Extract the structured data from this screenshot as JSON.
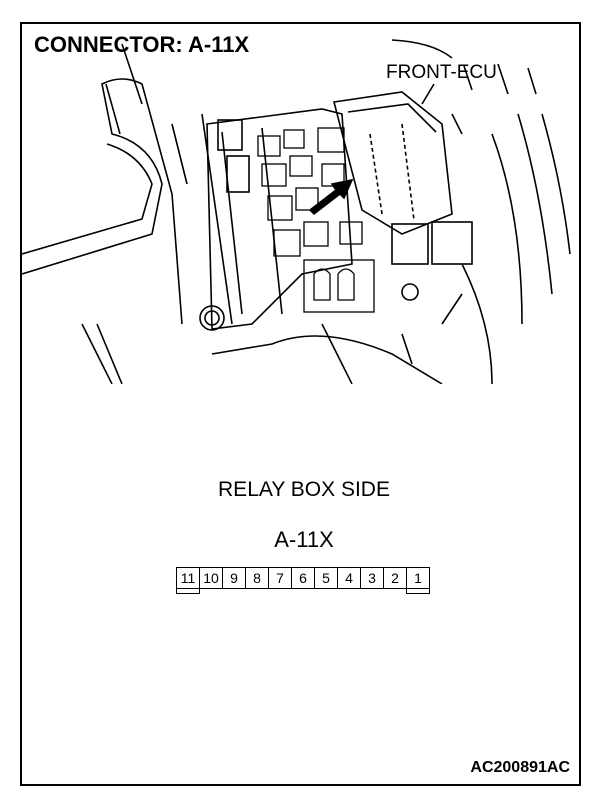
{
  "title": "CONNECTOR: A-11X",
  "callout": "FRONT-ECU",
  "view_label": "RELAY BOX SIDE",
  "connector": {
    "name": "A-11X",
    "pins": [
      "11",
      "10",
      "9",
      "8",
      "7",
      "6",
      "5",
      "4",
      "3",
      "2",
      "1"
    ],
    "keyed_pins": [
      "11",
      "1"
    ]
  },
  "figure_code": "AC200891AC"
}
